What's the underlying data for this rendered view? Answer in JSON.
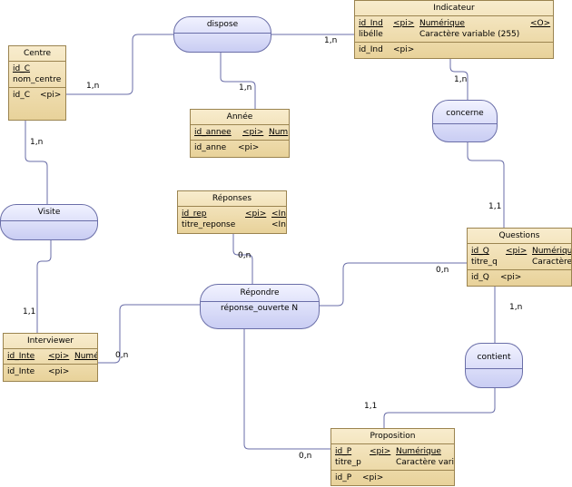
{
  "entities": {
    "indicateur": {
      "title": "Indicateur",
      "attrs": [
        {
          "name": "id_Ind",
          "key": "<pi>",
          "type": "Numérique",
          "flag": "<O>"
        },
        {
          "name": "libélle",
          "key": "",
          "type": "Caractère variable (255)",
          "flag": ""
        }
      ],
      "identifier": {
        "name": "id_Ind",
        "key": "<pi>"
      }
    },
    "centre": {
      "title": "Centre",
      "attrs": [
        {
          "name": "id_C",
          "key": "",
          "type": ""
        },
        {
          "name": "nom_centre",
          "key": "",
          "type": ""
        }
      ],
      "identifier": {
        "name": "id_C",
        "key": "<pi>"
      }
    },
    "annee": {
      "title": "Année",
      "attrs": [
        {
          "name": "id_annee",
          "key": "<pi>",
          "type": "Num"
        }
      ],
      "identifier": {
        "name": "id_anne",
        "key": "<pi>"
      }
    },
    "reponses": {
      "title": "Réponses",
      "attrs": [
        {
          "name": "id_rep",
          "key": "<pi>",
          "type": "<Inc"
        },
        {
          "name": "titre_reponse",
          "key": "",
          "type": "<Inc"
        }
      ]
    },
    "questions": {
      "title": "Questions",
      "attrs": [
        {
          "name": "id_Q",
          "key": "<pi>",
          "type": "Numérique"
        },
        {
          "name": "titre_q",
          "key": "",
          "type": "Caractère"
        }
      ],
      "identifier": {
        "name": "id_Q",
        "key": "<pi>"
      }
    },
    "interviewer": {
      "title": "Interviewer",
      "attrs": [
        {
          "name": "id_Inte",
          "key": "<pi>",
          "type": "Numé"
        }
      ],
      "identifier": {
        "name": "id_Inte",
        "key": "<pi>"
      }
    },
    "proposition": {
      "title": "Proposition",
      "attrs": [
        {
          "name": "id_P",
          "key": "<pi>",
          "type": "Numérique"
        },
        {
          "name": "titre_p",
          "key": "",
          "type": "Caractère vari"
        }
      ],
      "identifier": {
        "name": "id_P",
        "key": "<pi>"
      }
    }
  },
  "relations": {
    "dispose": {
      "label": "dispose",
      "attr": ""
    },
    "concerne": {
      "label": "concerne",
      "attr": ""
    },
    "visite": {
      "label": "Visite",
      "attr": ""
    },
    "repondre": {
      "label": "Répondre",
      "attr": "réponse_ouverte  N"
    },
    "contient": {
      "label": "contient",
      "attr": ""
    }
  },
  "cardinalities": {
    "centre_dispose": "1,n",
    "dispose_indicateur": "1,n",
    "dispose_annee": "1,n",
    "indicateur_concerne": "1,n",
    "concerne_questions": "1,1",
    "centre_visite": "1,n",
    "visite_interviewer": "1,1",
    "reponses_repondre": "0,n",
    "repondre_questions": "0,n",
    "repondre_interviewer": "0,n",
    "repondre_proposition": "0,n",
    "questions_contient": "1,n",
    "contient_proposition": "1,1"
  },
  "colors": {
    "entity_fill": "#f2e2b6",
    "entity_border": "#9b8450",
    "relation_fill": "#d6d9f8",
    "relation_border": "#6a6ea8",
    "link": "#6a6ea8"
  }
}
